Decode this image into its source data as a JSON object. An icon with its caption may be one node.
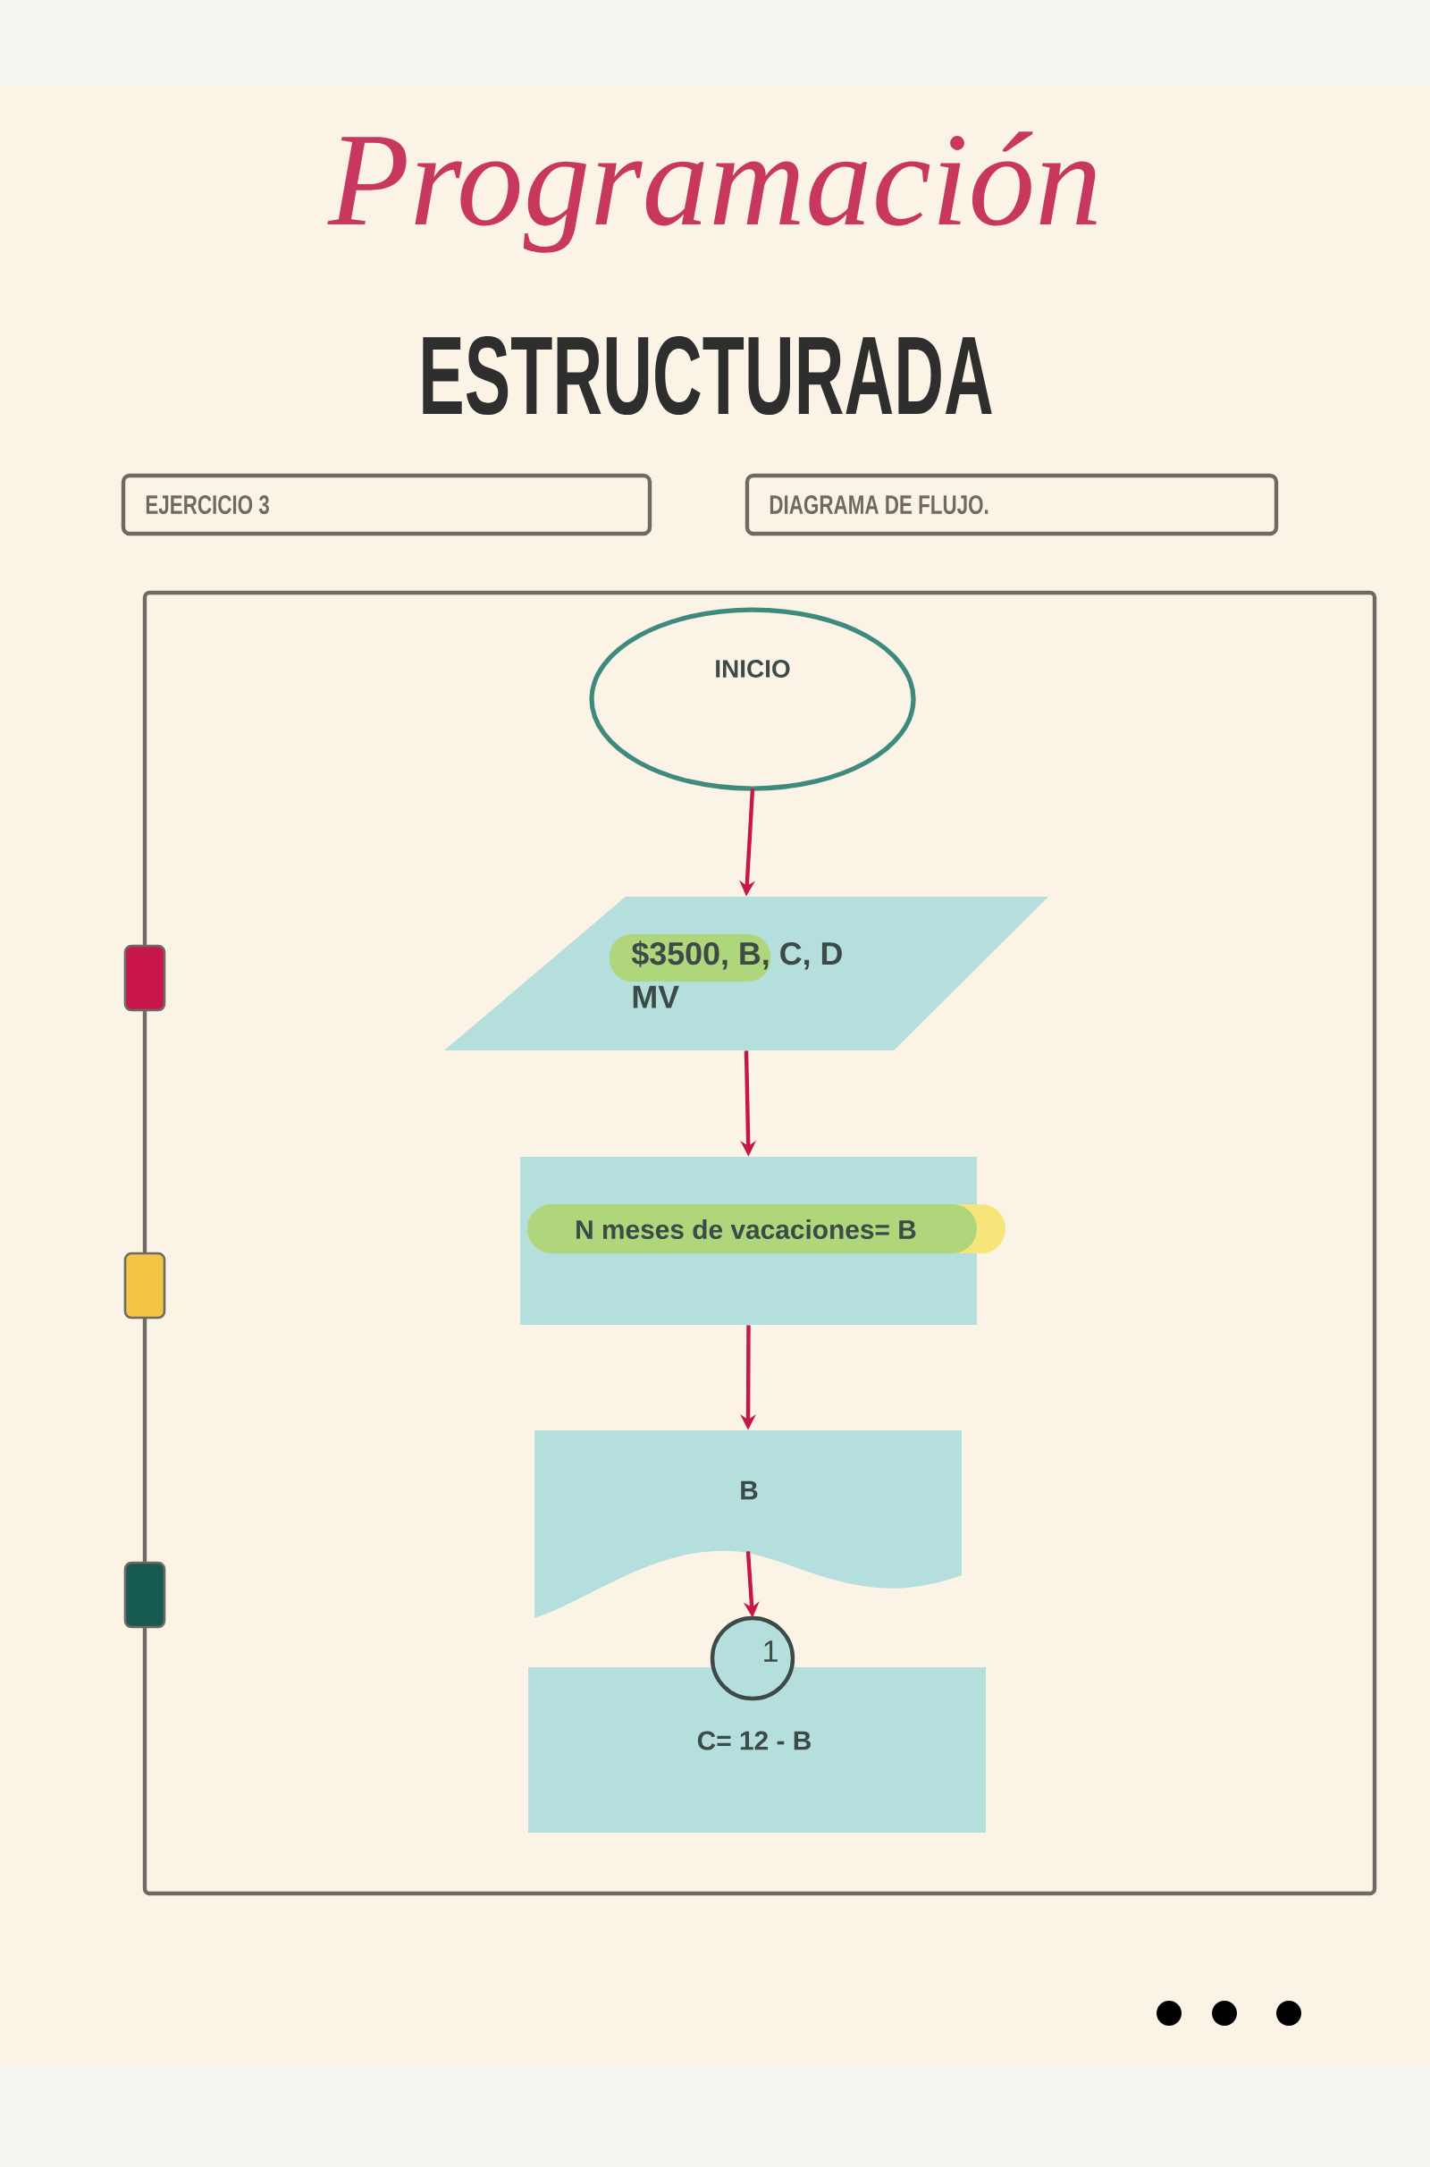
{
  "diagram": {
    "title": "Programación",
    "nodes": [
      {
        "text": [
          "EJERCICIO 3"
        ]
      },
      {
        "text": [
          "DIAGRAMA DE FLUJO."
        ]
      },
      {
        "text": [
          "INICIO"
        ]
      },
      {
        "text": [
          "$3500, B, C, D",
          "MV"
        ]
      },
      {
        "text": [
          "N meses de vacaciones= B"
        ]
      },
      {
        "text": [
          "B"
        ]
      },
      {
        "text": [
          "1"
        ]
      },
      {
        "text": [
          "C= 12 - B"
        ]
      }
    ],
    "edges": [
      {
        "from": 2,
        "to": 3,
        "arrow": "to"
      },
      {
        "from": 3,
        "to": 4,
        "arrow": "to"
      },
      {
        "from": 4,
        "to": 5,
        "arrow": "to"
      },
      {
        "from": 5,
        "to": 6,
        "arrow": "to"
      }
    ],
    "labels": [
      "ESTRUCTURADA"
    ]
  }
}
